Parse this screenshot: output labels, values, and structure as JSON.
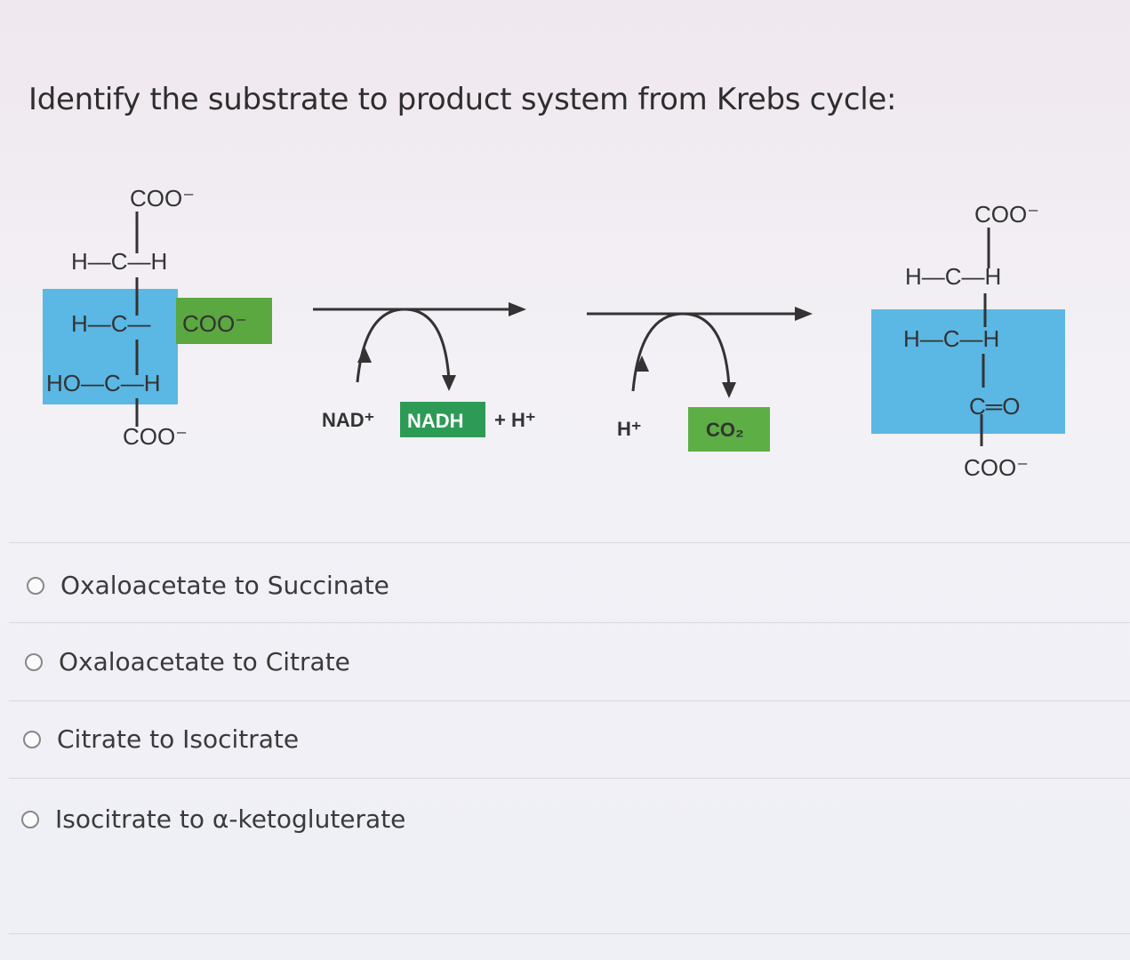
{
  "question": {
    "title": "Identify the substrate to product system from Krebs cycle:"
  },
  "diagram": {
    "substrate": {
      "top": "COO⁻",
      "row1": "H—C—H",
      "row2_left": "H—C—",
      "row2_group": "COO⁻",
      "row3": "HO—C—H",
      "bottom": "COO⁻"
    },
    "step1": {
      "reactant": "NAD⁺",
      "product": "NADH",
      "extra": "+ H⁺"
    },
    "step2": {
      "reactant": "H⁺",
      "product": "CO₂"
    },
    "product": {
      "top": "COO⁻",
      "row1": "H—C—H",
      "row2": "H—C—H",
      "row3": "C═O",
      "bottom": "COO⁻"
    },
    "colors": {
      "highlight_blue": "#5bb7e4",
      "highlight_green": "#5aa83f",
      "nadh_green": "#2d9b55",
      "co2_green": "#5cae45"
    }
  },
  "answers": [
    {
      "label": "Oxaloacetate to Succinate"
    },
    {
      "label": "Oxaloacetate to Citrate"
    },
    {
      "label": "Citrate to Isocitrate"
    },
    {
      "label": "Isocitrate to α-ketogluterate"
    }
  ]
}
